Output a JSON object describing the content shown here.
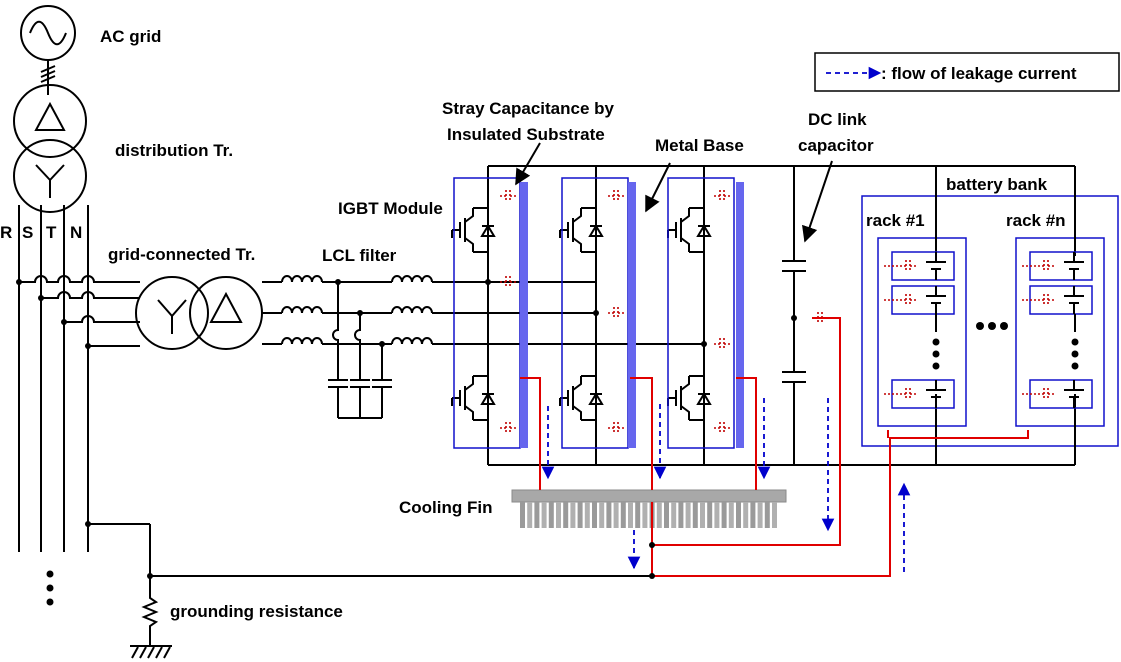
{
  "labels": {
    "ac_grid": "AC grid",
    "distribution_tr": "distribution Tr.",
    "phase_r": "R",
    "phase_s": "S",
    "phase_t": "T",
    "phase_n": "N",
    "grid_connected_tr": "grid-connected Tr.",
    "lcl_filter": "LCL filter",
    "igbt_module": "IGBT Module",
    "stray_cap_line1": "Stray Capacitance by",
    "stray_cap_line2": "Insulated Substrate",
    "metal_base": "Metal Base",
    "dc_link_line1": "DC link",
    "dc_link_line2": "capacitor",
    "battery_bank": "battery bank",
    "rack_1": "rack #1",
    "rack_n": "rack #n",
    "cooling_fin": "Cooling Fin",
    "grounding_resistance": "grounding resistance",
    "legend": ": flow of leakage current"
  },
  "colors": {
    "wire": "#000000",
    "module_box": "#1010cc",
    "metal_base": "#6666ee",
    "leakage_path": "#e00000",
    "leakage_arrow": "#0000cc",
    "stray_cap": "#c00000",
    "fin": "#a8a8a8"
  }
}
